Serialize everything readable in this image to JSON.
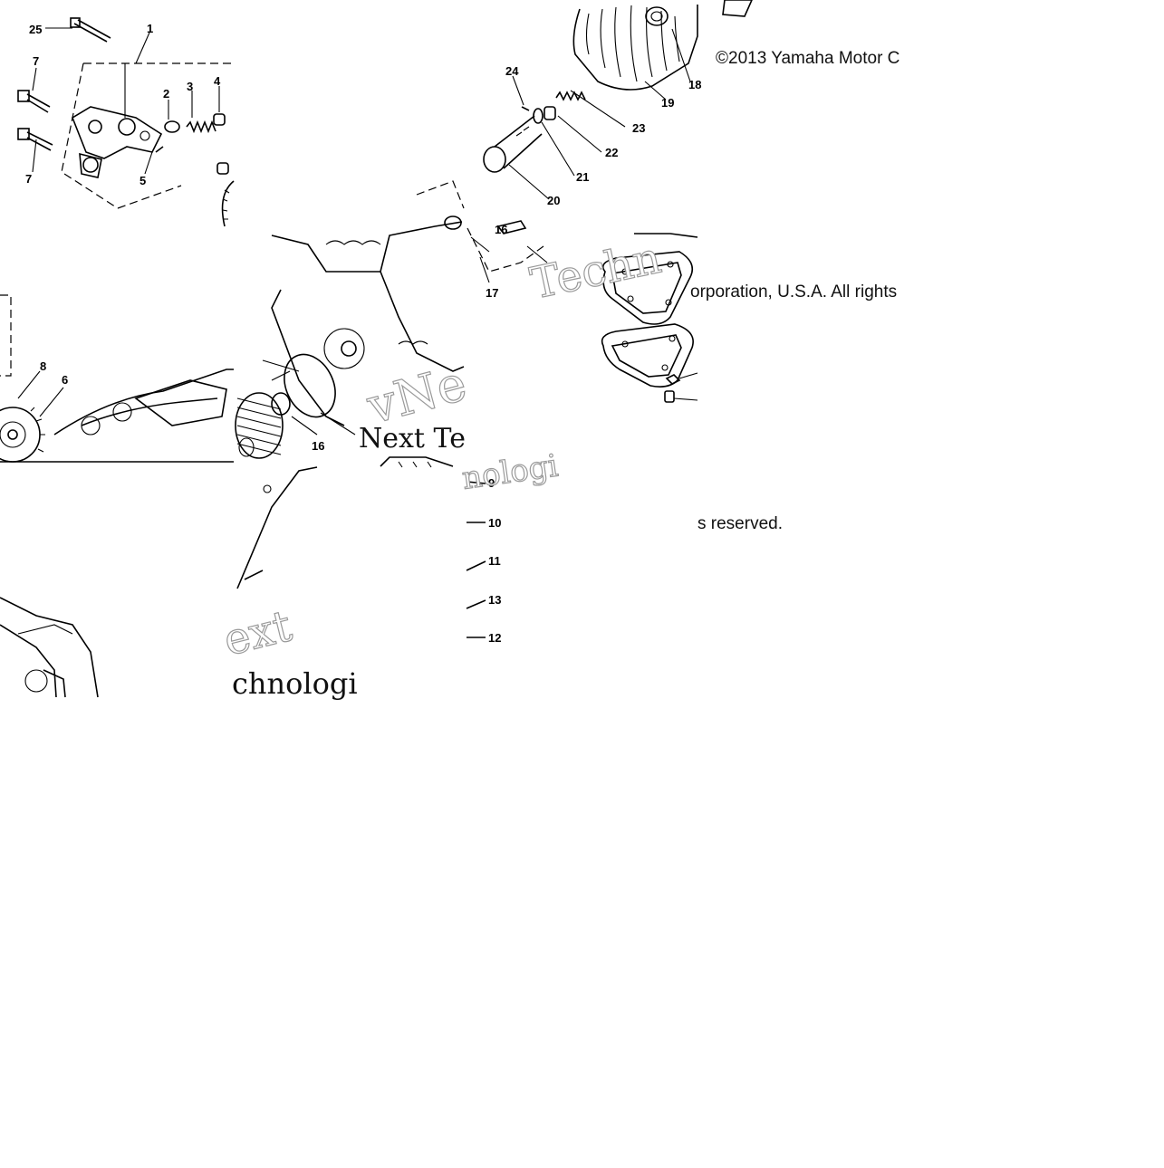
{
  "copyright": {
    "part1": "©2013 Yamaha Motor C",
    "part2": "orporation, U.S.A. All rights",
    "part3": "s reserved."
  },
  "watermarks": {
    "w1": "Techn",
    "w2": "vNe",
    "w3": "Next Te",
    "w4": "nologi",
    "w5": "ext",
    "w6": "chnologi"
  },
  "callouts": [
    "25",
    "1",
    "7",
    "2",
    "3",
    "4",
    "5",
    "7",
    "8",
    "6",
    "16",
    "24",
    "23",
    "22",
    "21",
    "20",
    "19",
    "18",
    "16",
    "17",
    "9",
    "10",
    "11",
    "13",
    "12"
  ]
}
